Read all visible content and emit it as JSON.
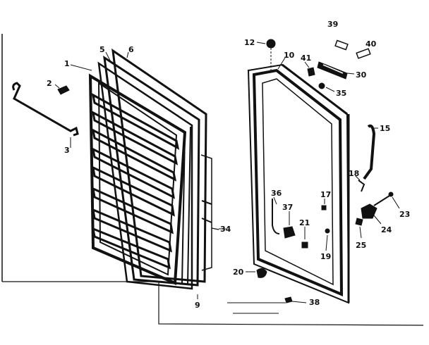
{
  "diagram": {
    "callouts": {
      "c1": "1",
      "c2": "2",
      "c3": "3",
      "c5": "5",
      "c6": "6",
      "c9": "9",
      "c10": "10",
      "c12": "12",
      "c15": "15",
      "c17": "17",
      "c18": "18",
      "c19": "19",
      "c20": "20",
      "c21": "21",
      "c23": "23",
      "c24": "24",
      "c25": "25",
      "c30": "30",
      "c34": "34",
      "c35": "35",
      "c36": "36",
      "c37": "37",
      "c38": "38",
      "c39": "39",
      "c40": "40",
      "c41": "41"
    }
  }
}
